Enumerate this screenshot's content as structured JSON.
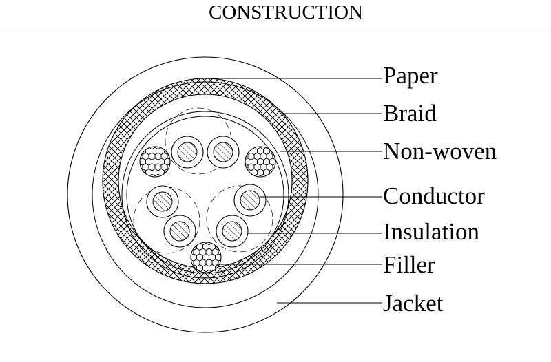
{
  "title": "CONSTRUCTION",
  "labels": {
    "paper": "Paper",
    "braid": "Braid",
    "non_woven": "Non-woven",
    "conductor": "Conductor",
    "insulation": "Insulation",
    "filler": "Filler",
    "jacket": "Jacket"
  }
}
